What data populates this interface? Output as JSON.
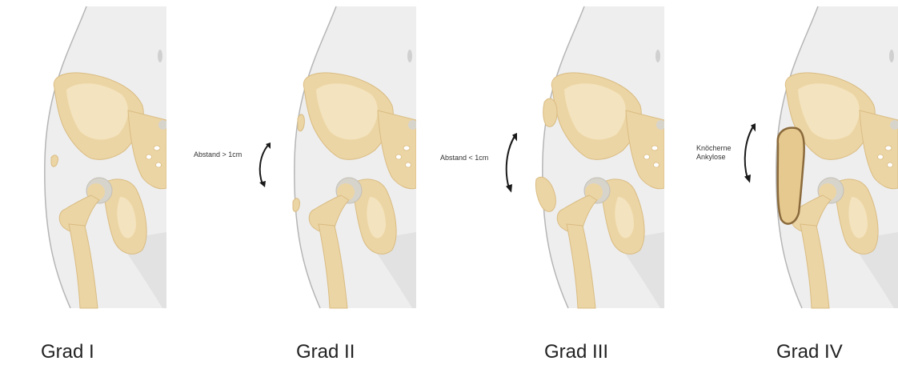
{
  "panels": [
    {
      "grade": "Grad I"
    },
    {
      "grade": "Grad II",
      "annotation": "Abstand > 1cm"
    },
    {
      "grade": "Grad III",
      "annotation": "Abstand < 1cm"
    },
    {
      "grade": "Grad IV",
      "annotation_line1": "Knöcherne",
      "annotation_line2": "Ankylose"
    }
  ],
  "colors": {
    "bone": "#ecd5a4",
    "bone_light": "#f3e3be",
    "bone_outline": "#d9bc83",
    "cartilage": "#d7d4cc",
    "skin": "#eeeeee",
    "skin_outline": "#b5b5b5",
    "ossification_dark": "#8a6a3c"
  }
}
